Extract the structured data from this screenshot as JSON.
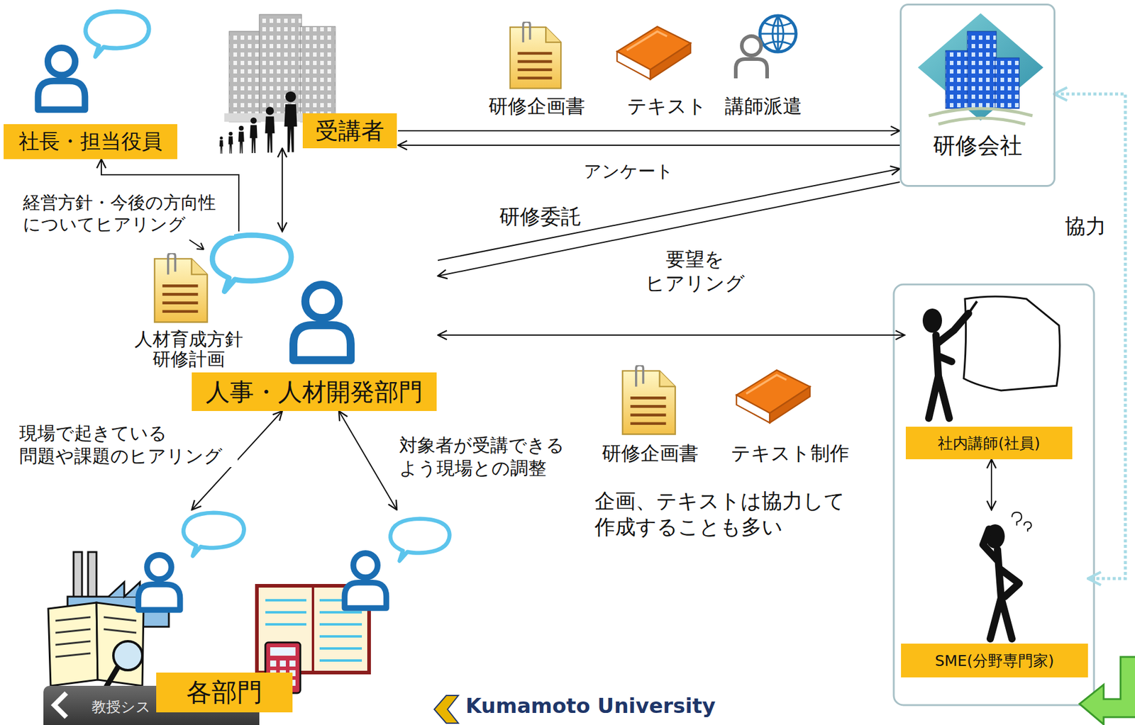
{
  "diagram": {
    "nodes": [
      {
        "text": [
          "社長・担当役員"
        ]
      },
      {
        "text": [
          "受講者"
        ]
      },
      {
        "text": [
          "研修会社"
        ]
      },
      {
        "text": [
          "人事・人材開発部門"
        ]
      },
      {
        "text": [
          "各部門"
        ]
      },
      {
        "text": [
          "社内講師(社員)"
        ]
      },
      {
        "text": [
          "SME(分野専門家)"
        ]
      }
    ],
    "edges": [
      {
        "from": 1,
        "to": 2,
        "arrow": "to"
      },
      {
        "from": 2,
        "to": 1,
        "arrow": "to",
        "label": "アンケート"
      },
      {
        "from": 3,
        "to": 2,
        "arrow": "to",
        "label": "研修委託"
      },
      {
        "from": 2,
        "to": 3,
        "arrow": "to",
        "label": "要望を ヒアリング"
      },
      {
        "from": 1,
        "to": 3,
        "arrow": "both"
      },
      {
        "from": 3,
        "to": 5,
        "arrow": "both"
      },
      {
        "from": 3,
        "to": 4,
        "arrow": "both",
        "label": "現場で起きている 問題や課題のヒアリング"
      },
      {
        "from": 3,
        "to": 4,
        "arrow": "both",
        "label": "対象者が受講できる よう現場との調整"
      },
      {
        "from": 3,
        "to": 0,
        "arrow": "to",
        "label": "経営方針・今後の方向性 についてヒアリング"
      },
      {
        "from": 2,
        "to": 6,
        "arrow": "both",
        "label": "協力"
      },
      {
        "from": 5,
        "to": 6,
        "arrow": "both"
      }
    ],
    "labels": [
      "研修企画書",
      "テキスト",
      "講師派遣",
      "人材育成方針 研修計画",
      "研修企画書",
      "テキスト制作",
      "企画、テキストは協力して 作成することも多い",
      "教授シス",
      "Kumamoto University"
    ]
  }
}
